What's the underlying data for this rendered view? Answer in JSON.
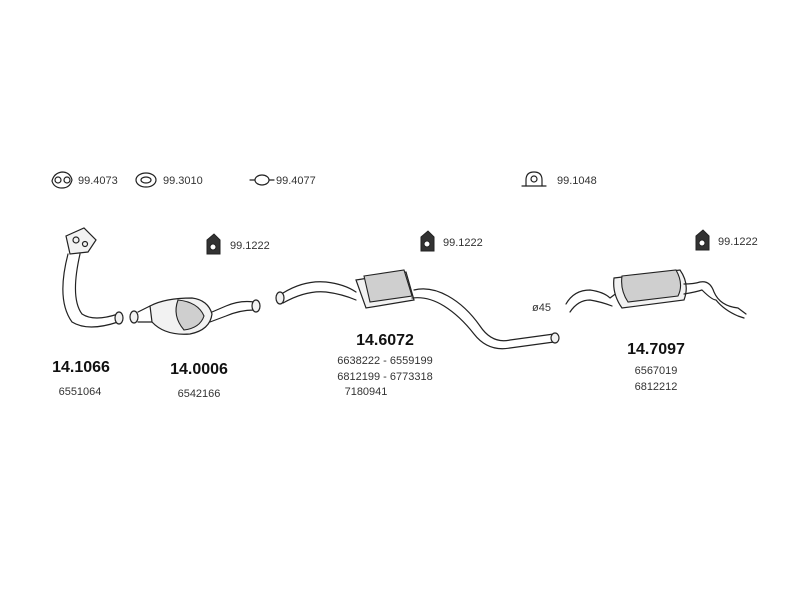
{
  "hardware": [
    {
      "code": "99.4073",
      "icon": "double-ring-gasket-icon"
    },
    {
      "code": "99.3010",
      "icon": "ring-gasket-icon"
    },
    {
      "code": "99.4077",
      "icon": "flange-seal-icon"
    },
    {
      "code": "99.1048",
      "icon": "clamp-icon"
    }
  ],
  "hangers": [
    {
      "code": "99.1222",
      "icon": "rubber-hanger-icon"
    },
    {
      "code": "99.1222",
      "icon": "rubber-hanger-icon"
    },
    {
      "code": "99.1222",
      "icon": "rubber-hanger-icon"
    }
  ],
  "parts": [
    {
      "number": "14.1066",
      "refs": [
        "6551064"
      ],
      "name": "front-pipe"
    },
    {
      "number": "14.0006",
      "refs": [
        "6542166"
      ],
      "name": "catalytic-converter"
    },
    {
      "number": "14.6072",
      "refs": [
        "6638222 - 6559199",
        "6812199 - 6773318",
        "7180941"
      ],
      "name": "middle-silencer"
    },
    {
      "number": "14.7097",
      "refs": [
        "6567019",
        "6812212"
      ],
      "name": "rear-silencer"
    }
  ],
  "dimension": "ø45"
}
